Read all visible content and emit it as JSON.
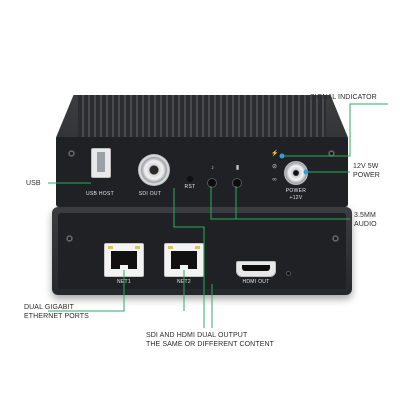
{
  "top_device": {
    "ports": {
      "usb_label": "USB HOST",
      "sdi_label": "SDI OUT",
      "rst_label": "RST",
      "power_label_1": "POWER",
      "power_label_2": "+12V"
    }
  },
  "bottom_device": {
    "ports": {
      "net1_label": "NET1",
      "net2_label": "NET2",
      "hdmi_label": "HDMI OUT"
    }
  },
  "callouts": {
    "signal_indicator": "SIGNAL INDICATOR",
    "power_1": "12V 5W",
    "power_2": "POWER",
    "usb": "USB",
    "audio_1": "3.5MM",
    "audio_2": "AUDIO",
    "ethernet_1": "DUAL GIGABIT",
    "ethernet_2": "ETHERNET PORTS",
    "sdi_hdmi_1": "SDI AND HDMI DUAL OUTPUT",
    "sdi_hdmi_2": "THE SAME OR DIFFERENT CONTENT"
  },
  "colors": {
    "accent_line": "#27ae60",
    "marker_dot": "#2f9fd4"
  }
}
